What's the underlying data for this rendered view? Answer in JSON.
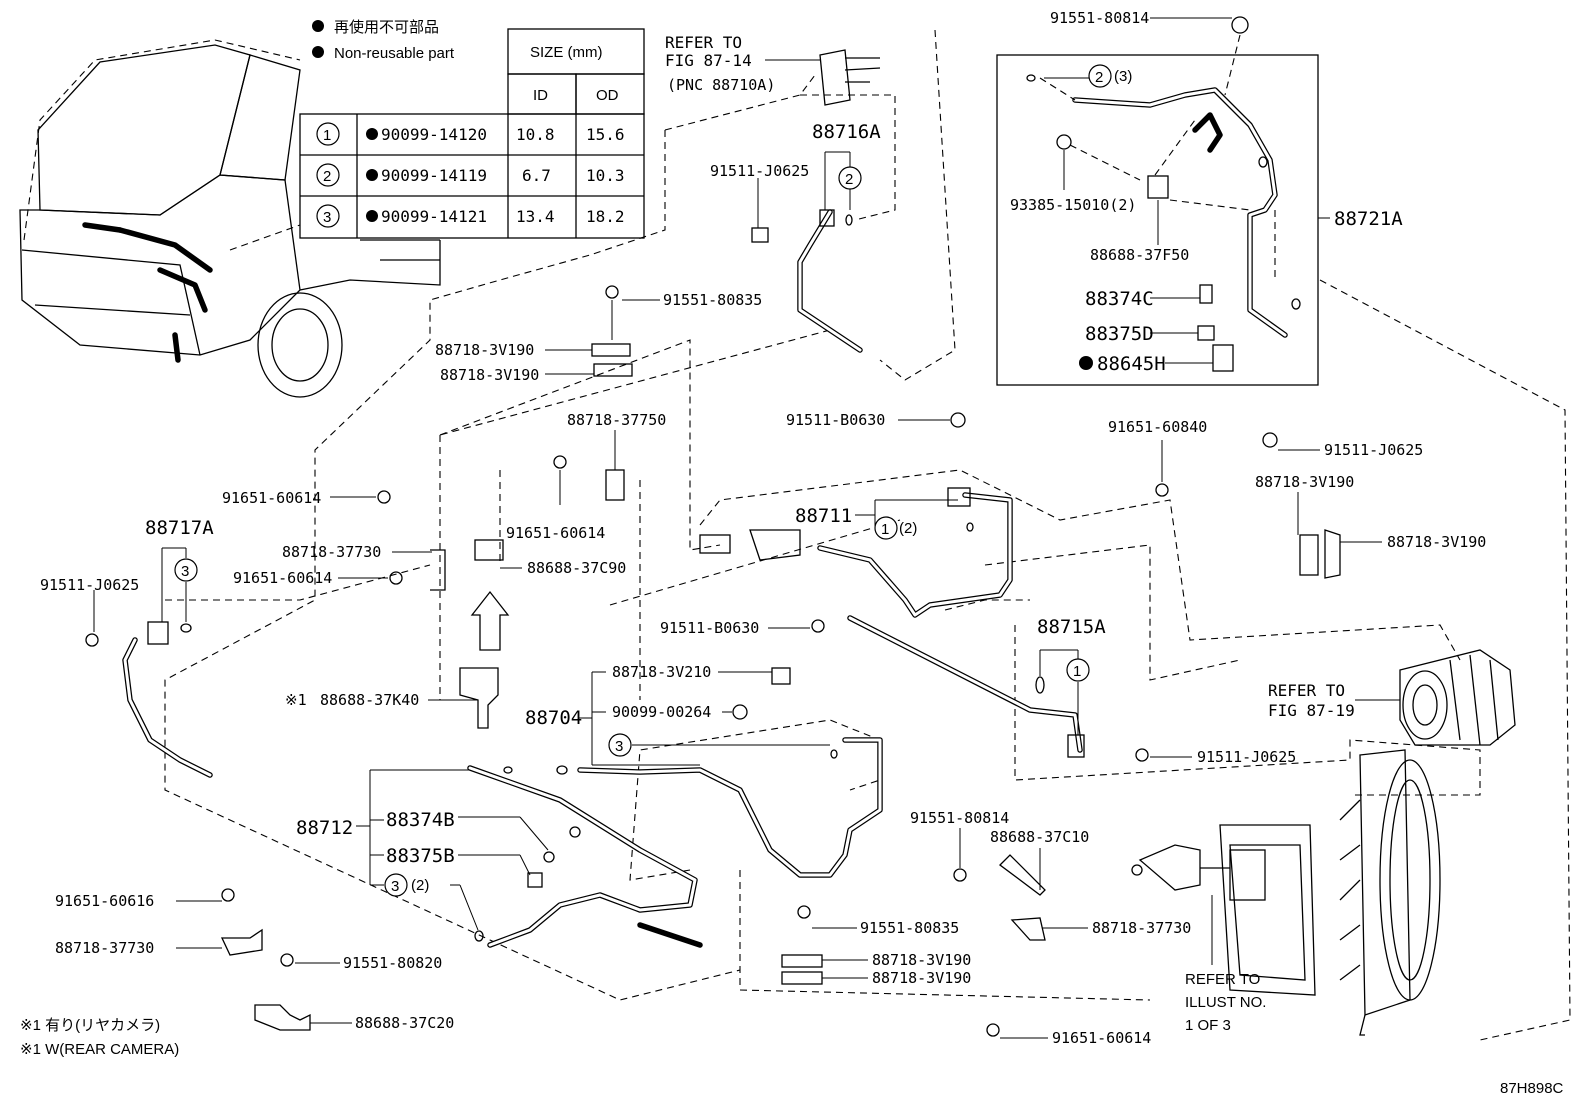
{
  "legend": {
    "jp": "再使用不可部品",
    "en": "Non-reusable part",
    "size_header": "SIZE (mm)",
    "col_id": "ID",
    "col_od": "OD",
    "rows": [
      {
        "num": "1",
        "part": "90099-14120",
        "id": "10.8",
        "od": "15.6"
      },
      {
        "num": "2",
        "part": "90099-14119",
        "id": "6.7",
        "od": "10.3"
      },
      {
        "num": "3",
        "part": "90099-14121",
        "id": "13.4",
        "od": "18.2"
      }
    ]
  },
  "refs": {
    "fig_87_14_a": "REFER TO",
    "fig_87_14_b": "FIG 87-14",
    "fig_87_14_c": "(PNC 88710A)",
    "fig_87_19_a": "REFER TO",
    "fig_87_19_b": "FIG 87-19",
    "illust_a": "REFER TO",
    "illust_b": "ILLUST NO.",
    "illust_c": "1 OF 3"
  },
  "footnotes": {
    "note1": "※1 有り(リヤカメラ)",
    "note2": "※1 W(REAR CAMERA)"
  },
  "diagram_code": "87H898C",
  "markers": {
    "m1": "1",
    "m2": "2",
    "m3": "3",
    "qty2": "(2)",
    "qty3": "(3)",
    "star": "※1"
  },
  "labels": {
    "p88716A": "88716A",
    "p91511J0625_top": "91511-J0625",
    "p91551_80835_a": "91551-80835",
    "p88718_3V190_a": "88718-3V190",
    "p88718_3V190_b": "88718-3V190",
    "p88718_37750": "88718-37750",
    "p91511B0630_a": "91511-B0630",
    "p88711": "88711",
    "p91651_60614_a": "91651-60614",
    "p91651_60614_b": "91651-60614",
    "p91651_60614_c": "91651-60614",
    "p88717A": "88717A",
    "p88718_37730_a": "88718-37730",
    "p88688_37C90": "88688-37C90",
    "p91511J0625_left": "91511-J0625",
    "p88688_37K40": "88688-37K40",
    "p91511B0630_b": "91511-B0630",
    "p88718_3V210": "88718-3V210",
    "p88704": "88704",
    "p90099_00264": "90099-00264",
    "p88712": "88712",
    "p88374B": "88374B",
    "p88375B": "88375B",
    "p91651_60616": "91651-60616",
    "p88718_37730_b": "88718-37730",
    "p91551_80820": "91551-80820",
    "p88688_37C20": "88688-37C20",
    "p91551_80835_b": "91551-80835",
    "p88718_3V190_c": "88718-3V190",
    "p88718_3V190_d": "88718-3V190",
    "p91551_80814_b": "91551-80814",
    "p88688_37C10": "88688-37C10",
    "p88718_37730_c": "88718-37730",
    "p91651_60614_d": "91651-60614",
    "p88715A": "88715A",
    "p91511J0625_mid": "91511-J0625",
    "p91651_60840": "91651-60840",
    "p88718_3V190_e": "88718-3V190",
    "p88718_3V190_f": "88718-3V190",
    "p91511J0625_right": "91511-J0625",
    "p91551_80814_a": "91551-80814",
    "p93385_15010": "93385-15010(2)",
    "p88688_37F50": "88688-37F50",
    "p88721A": "88721A",
    "p88374C": "88374C",
    "p88375D": "88375D",
    "p88645H": "88645H"
  }
}
